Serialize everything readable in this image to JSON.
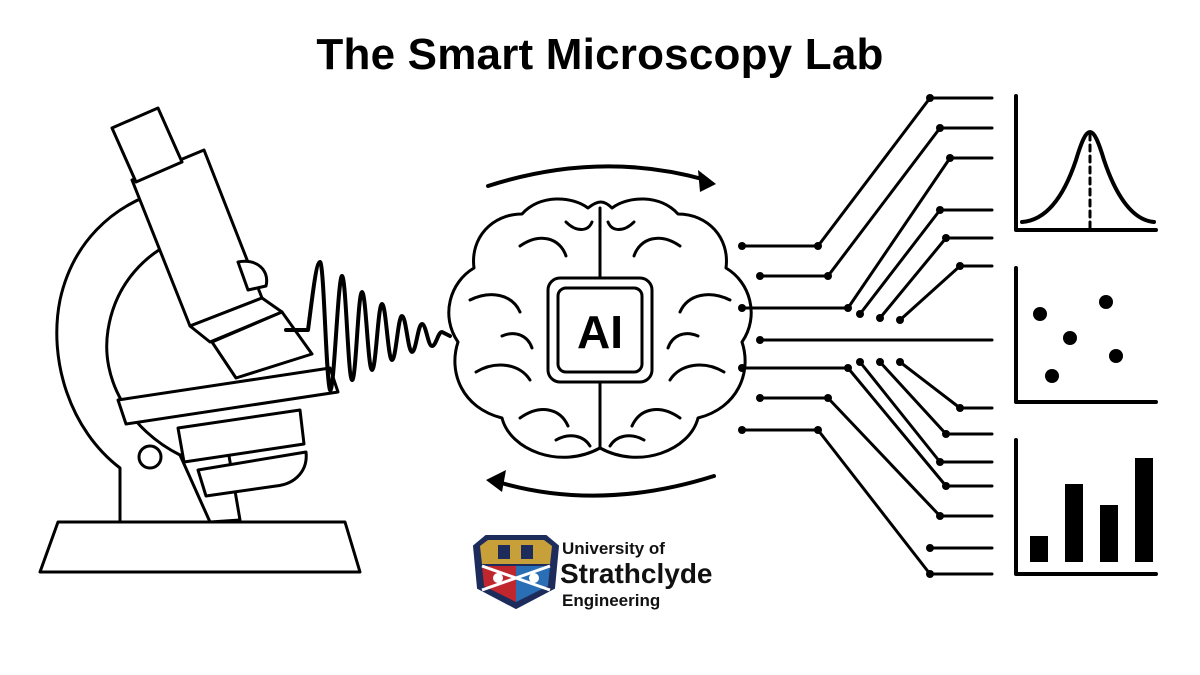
{
  "title": "The Smart Microscopy Lab",
  "ai_chip_label": "AI",
  "logo": {
    "line1": "University of",
    "line2": "Strathclyde",
    "line3": "Engineering"
  },
  "colors": {
    "ink": "#000000",
    "background": "#ffffff",
    "crest_navy": "#1d2c5a",
    "crest_gold": "#c8a03a",
    "crest_red": "#c0262d",
    "crest_blue": "#2a6fb5"
  },
  "icons": [
    "microscope-icon",
    "signal-wave-icon",
    "brain-icon",
    "ai-chip-icon",
    "circuit-lines-icon",
    "gaussian-chart-icon",
    "scatter-chart-icon",
    "bar-chart-icon",
    "university-crest-icon"
  ],
  "charts": {
    "bar_heights_relative": [
      0.25,
      0.75,
      0.55,
      1.0
    ]
  }
}
